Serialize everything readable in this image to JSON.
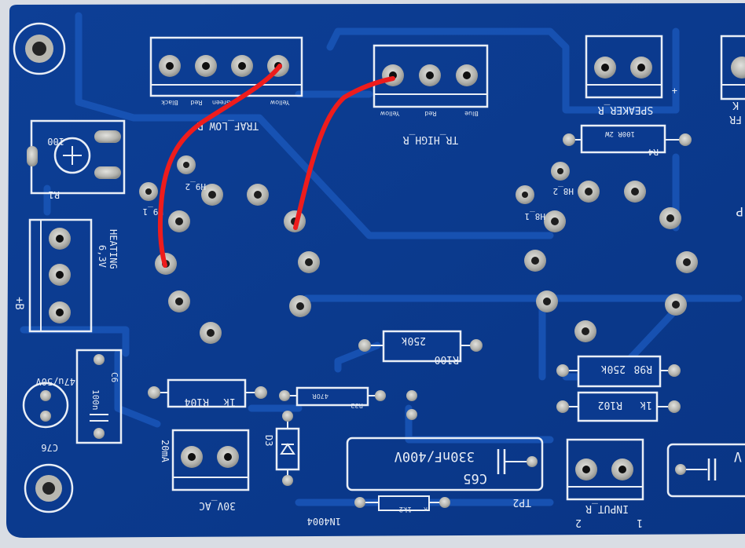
{
  "board": {
    "colors": {
      "substrate": "#0b3a8f",
      "trace": "#1a56b8",
      "silkscreen": "#e9eef6",
      "pad": "#b9b9b4",
      "wire": "#ee1c1c",
      "background": "#d9dde4"
    }
  },
  "connectors": {
    "traf_low": {
      "label": "TRAF_LOW_R",
      "pins": [
        "Black",
        "Red",
        "Green",
        "Yellow"
      ]
    },
    "tr_high": {
      "label": "TR_HIGH_R",
      "pins": [
        "Yellow",
        "Red",
        "Blue"
      ]
    },
    "speaker": {
      "label": "SPEAKER_R",
      "polarity": "+"
    },
    "fr_partial": {
      "label": "FR",
      "label2": "K"
    },
    "heating": {
      "label": "HEATING",
      "voltage": "6,3V",
      "polarity": "+B"
    },
    "ac": {
      "label": "30V_AC",
      "current": "20mA"
    },
    "input": {
      "label": "INPUT_R",
      "pin1": "1",
      "pin2": "2"
    }
  },
  "components": {
    "r1": {
      "ref": "R1",
      "value": "100"
    },
    "r4": {
      "ref": "R4",
      "value": "100R 2W"
    },
    "r100": {
      "ref": "R100",
      "value": "250k"
    },
    "r98": {
      "ref": "R98",
      "value": "250k"
    },
    "r102": {
      "ref": "R102",
      "value": "1k"
    },
    "r104": {
      "ref": "R104",
      "value": "1k"
    },
    "r32": {
      "ref": "R32",
      "value": "470R"
    },
    "r_bottom": {
      "ref": "R",
      "value": "1k2"
    },
    "d3": {
      "ref": "D3",
      "value": "1N4004"
    },
    "c65": {
      "ref": "C65",
      "value": "330nF/400V"
    },
    "c6": {
      "ref": "C6",
      "value": "100n"
    },
    "c76": {
      "ref": "C76",
      "value": "47u/50V"
    },
    "tp2": {
      "ref": "TP2"
    },
    "cap_partial": {
      "value": "V"
    }
  },
  "tube_sockets": {
    "left": {
      "h1": "H9_1",
      "h2": "H9_2"
    },
    "right": {
      "h1": "H8_1",
      "h2": "H8_2"
    }
  },
  "edge_letter": "P"
}
